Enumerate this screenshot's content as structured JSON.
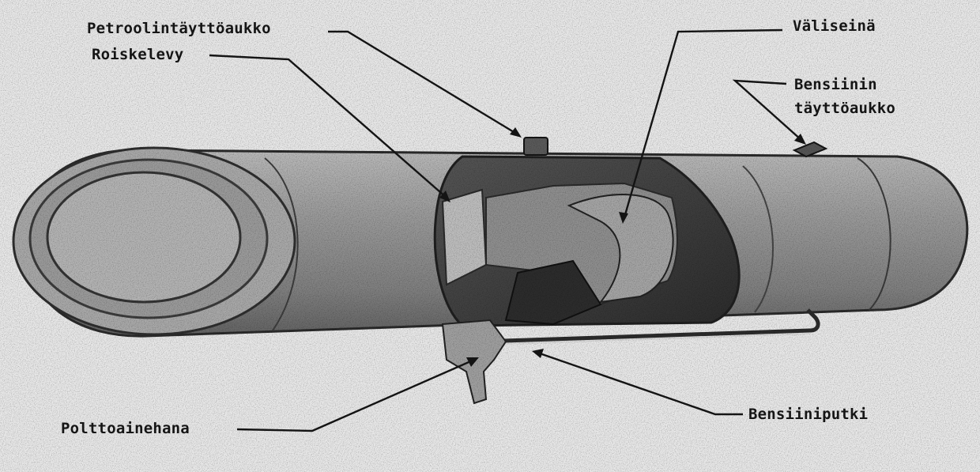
{
  "diagram": {
    "labels": {
      "petroolin_fill": "Petroolintäyttöaukko",
      "splash_plate": "Roiskelevy",
      "partition": "Väliseinä",
      "petrol_fill_line1": "Bensiinin",
      "petrol_fill_line2": "täyttöaukko",
      "fuel_tap": "Polttoainehana",
      "petrol_pipe": "Bensiiniputki"
    },
    "colors": {
      "paper": "#e6e6e6",
      "tank_body": "#8d8d8d",
      "tank_dark": "#3a3a3a",
      "ink": "#151515"
    }
  }
}
